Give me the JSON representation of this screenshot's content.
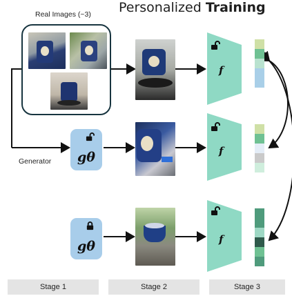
{
  "title": {
    "prefix": "Personalized",
    "emphasis": "Training"
  },
  "labels": {
    "real_images": "Real Images (~3)",
    "generator": "Generator",
    "generator_symbol": "gθ",
    "encoder_symbol": "f"
  },
  "stages": [
    "Stage 1",
    "Stage 2",
    "Stage 3"
  ],
  "colors": {
    "encoder": "#8fd9c4",
    "generator_box": "#a8cdea",
    "frame": "#17343f",
    "stage_bar": "#e4e4e4"
  },
  "icons": {
    "unlocked": "unlock-icon",
    "locked": "lock-icon"
  },
  "feature_vectors": [
    [
      "#cfe0a6",
      "#6fc193",
      "#b9e2cf",
      "#a9cfe8",
      "#a9cfe8"
    ],
    [
      "#cfe0a6",
      "#6fc193",
      "#e4edf7",
      "#cacaca",
      "#cfeedd"
    ],
    [
      "#4f9b7c",
      "#4f9b7c",
      "#9ed8c4",
      "#2f5a4b",
      "#6fc193",
      "#4f9b7c"
    ]
  ]
}
